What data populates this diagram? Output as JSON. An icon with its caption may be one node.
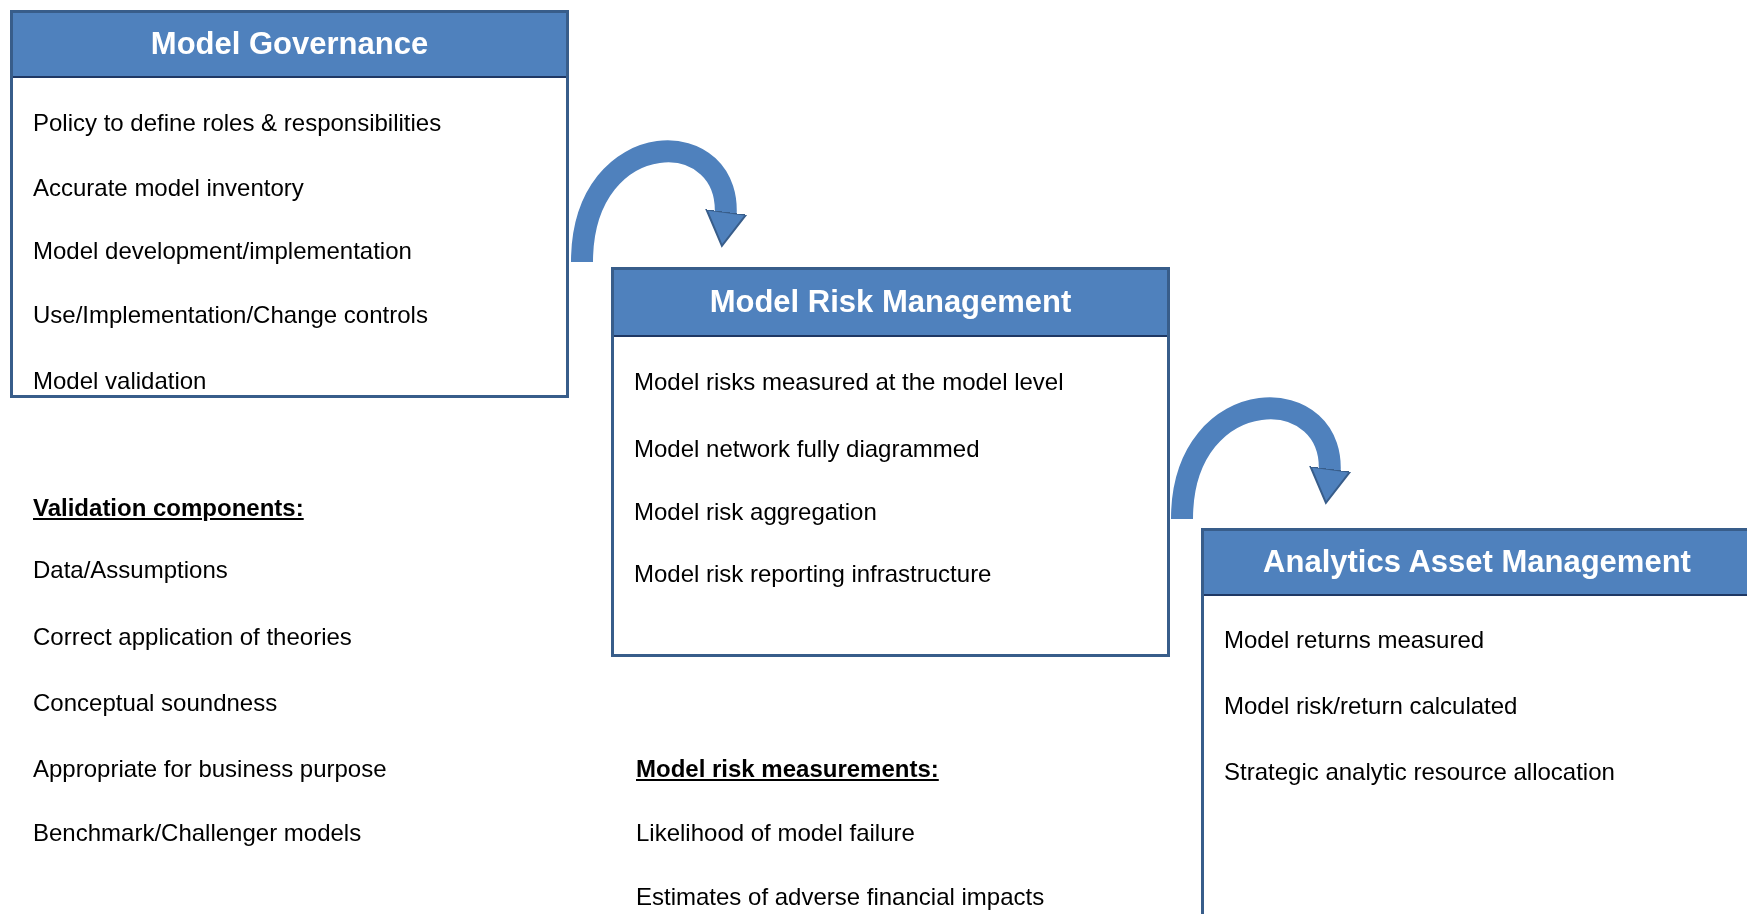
{
  "diagram": {
    "nodes": [
      {
        "text": [
          "Model Governance",
          "Policy to define roles & responsibilities",
          "Accurate model inventory",
          "Model development/implementation",
          "Use/Implementation/Change controls",
          "Model validation"
        ]
      },
      {
        "text": [
          "Model Risk Management",
          "Model risks measured at the model level",
          "Model network fully diagrammed",
          "Model risk aggregation",
          "Model risk reporting infrastructure"
        ]
      },
      {
        "text": [
          "Analytics Asset Management",
          "Model returns measured",
          "Model risk/return calculated",
          "Strategic analytic resource allocation"
        ]
      }
    ],
    "edges": [
      {
        "from": 0,
        "to": 1,
        "arrow": "to"
      },
      {
        "from": 1,
        "to": 2,
        "arrow": "to"
      }
    ],
    "labels": [
      "Validation components:",
      "Data/Assumptions",
      "Correct application of theories",
      "Conceptual soundness",
      "Appropriate for business purpose",
      "Benchmark/Challenger models",
      "Model risk measurements:",
      "Likelihood of model failure",
      "Estimates of adverse financial impacts"
    ]
  }
}
